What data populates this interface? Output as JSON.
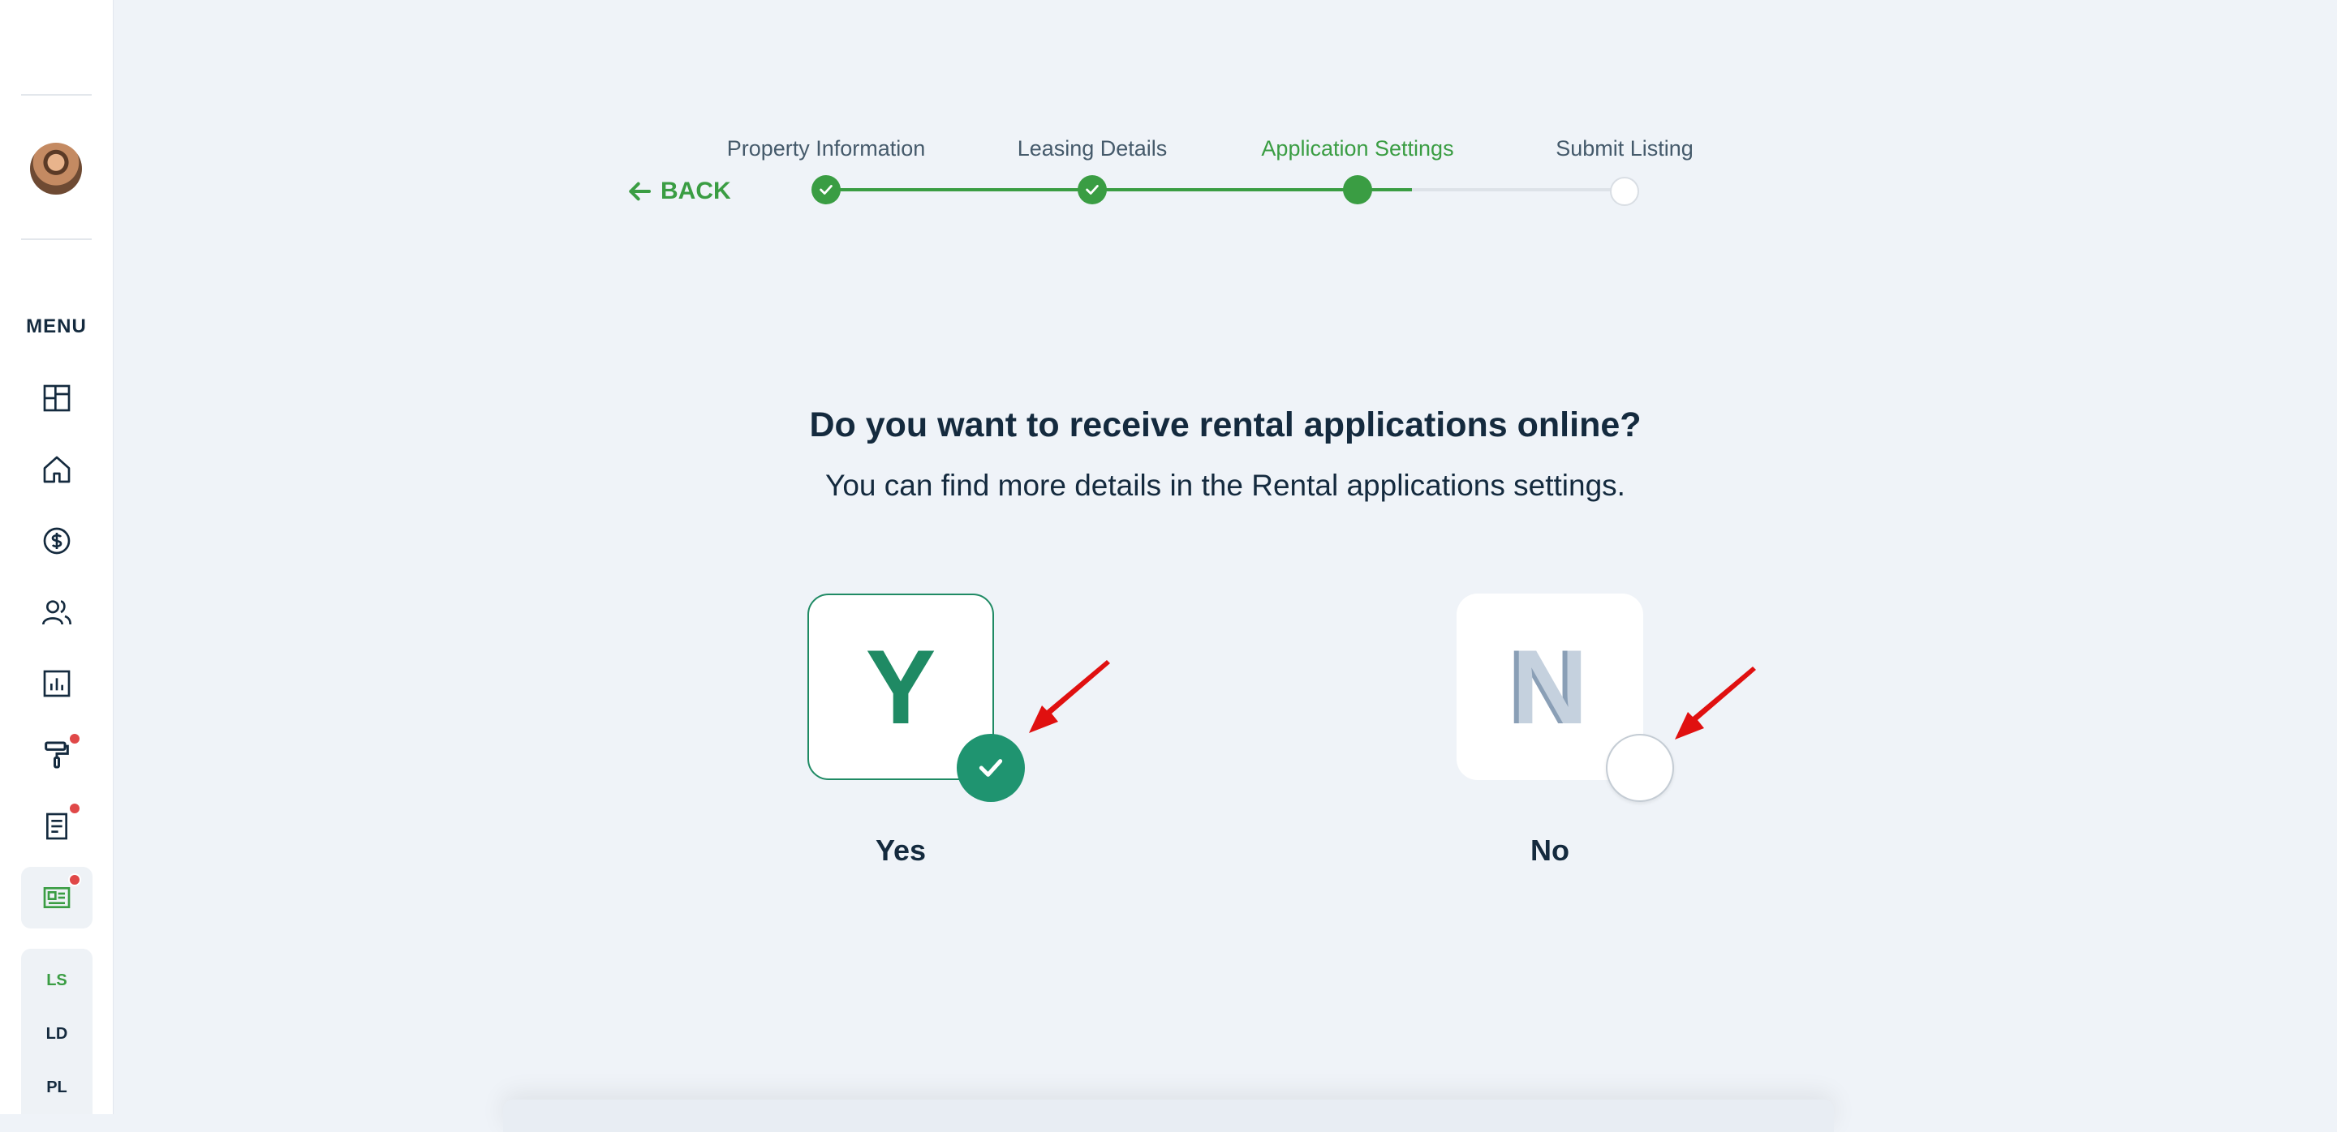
{
  "sidebar": {
    "menu_label": "MENU",
    "nav_items": [
      {
        "name": "dashboard",
        "icon": "dashboard-icon"
      },
      {
        "name": "properties",
        "icon": "home-icon"
      },
      {
        "name": "accounting",
        "icon": "dollar-icon"
      },
      {
        "name": "people",
        "icon": "people-icon"
      },
      {
        "name": "reports",
        "icon": "chart-icon"
      },
      {
        "name": "maintenance",
        "icon": "paint-roller-icon",
        "notification": true
      },
      {
        "name": "documents",
        "icon": "document-icon",
        "notification": true
      },
      {
        "name": "listings",
        "icon": "listing-card-icon",
        "notification": true,
        "active": true
      }
    ],
    "sub_items": [
      "LS",
      "LD",
      "PL"
    ],
    "active_sub_item": "LS"
  },
  "stepper": {
    "back_label": "BACK",
    "steps": [
      {
        "label": "Property Information",
        "status": "done"
      },
      {
        "label": "Leasing Details",
        "status": "done"
      },
      {
        "label": "Application Settings",
        "status": "current"
      },
      {
        "label": "Submit Listing",
        "status": "todo"
      }
    ]
  },
  "question": {
    "title": "Do you want to receive rental applications online?",
    "subtitle": "You can find more details in the Rental applications settings."
  },
  "options": [
    {
      "letter": "Y",
      "label": "Yes",
      "selected": true
    },
    {
      "letter": "N",
      "label": "No",
      "selected": false
    }
  ],
  "colors": {
    "accent_green": "#3a9d43",
    "selected_teal": "#1f9470",
    "annotation_red": "#e01010"
  }
}
